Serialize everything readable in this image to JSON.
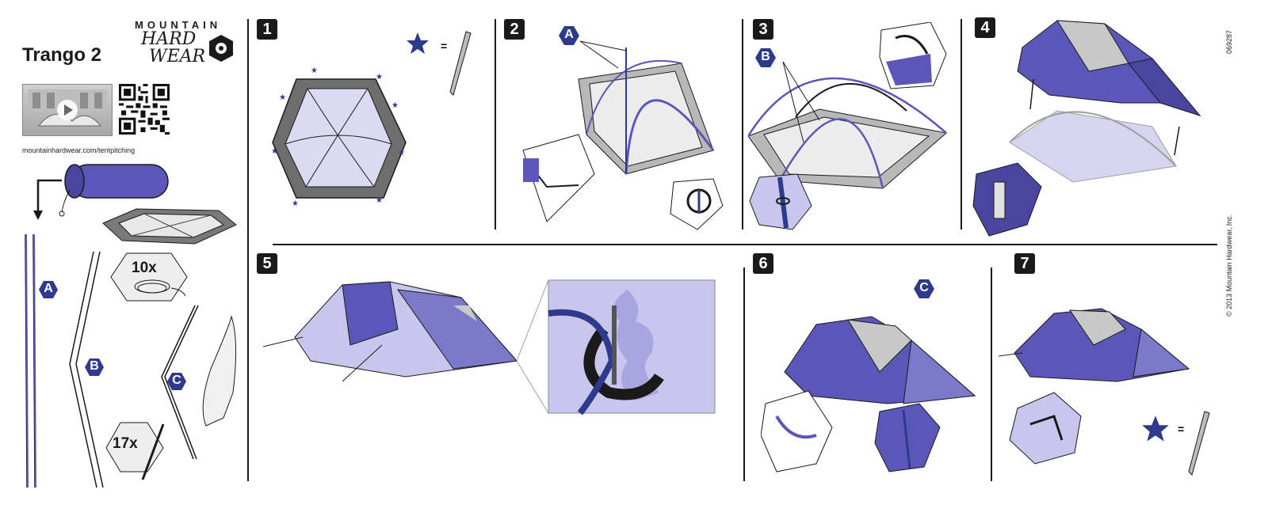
{
  "product": {
    "title": "Trango 2"
  },
  "brand": {
    "line1": "MOUNTAIN",
    "line2": "HARD",
    "line3": "WEAR"
  },
  "url": "mountainhardwear.com/tentpitching",
  "parts": {
    "pole_a": "A",
    "pole_b": "B",
    "pole_c": "C",
    "guyline_count": "10x",
    "stake_count": "17x"
  },
  "steps": [
    "1",
    "2",
    "3",
    "4",
    "5",
    "6",
    "7"
  ],
  "legend": {
    "equals": "="
  },
  "callouts": {
    "step2": "A",
    "step3": "B",
    "step6": "C"
  },
  "side": {
    "doc_code": "069287",
    "copyright": "© 2013 Mountain Hardwear, Inc."
  },
  "colors": {
    "purple": "#5b57b8",
    "light_purple": "#c9c6ee",
    "gray": "#9e9e9e",
    "dark": "#1a1a1a",
    "badge_blue": "#2e3a8c"
  }
}
